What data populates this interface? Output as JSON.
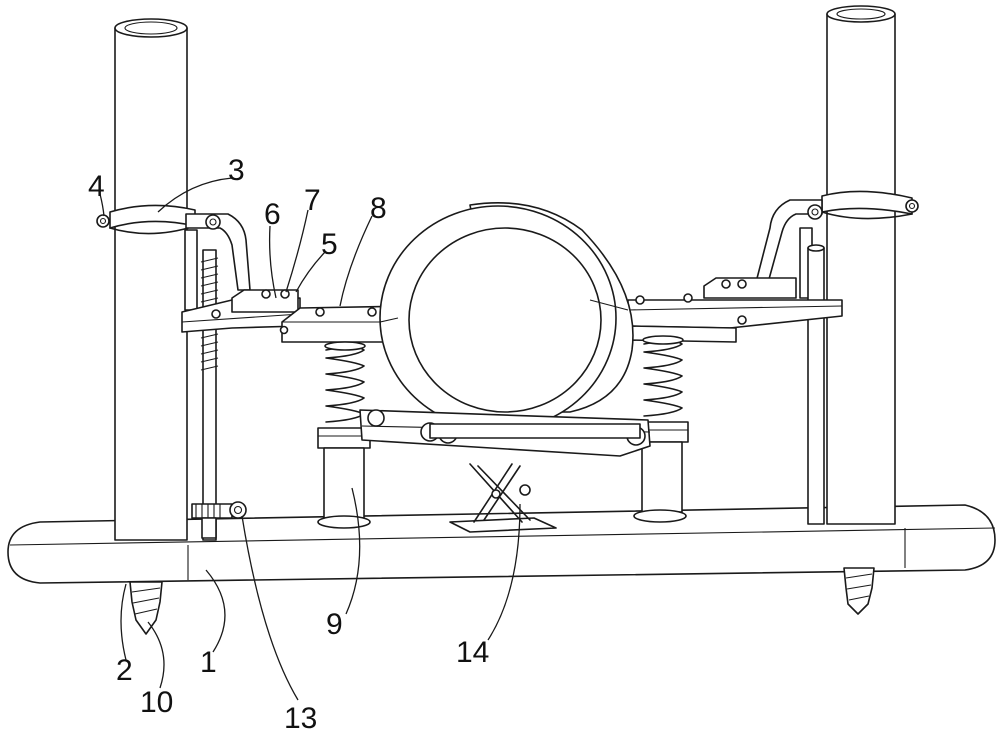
{
  "figure": {
    "labels": [
      {
        "id": "1",
        "text": "1"
      },
      {
        "id": "2",
        "text": "2"
      },
      {
        "id": "3",
        "text": "3"
      },
      {
        "id": "4",
        "text": "4"
      },
      {
        "id": "5",
        "text": "5"
      },
      {
        "id": "6",
        "text": "6"
      },
      {
        "id": "7",
        "text": "7"
      },
      {
        "id": "8",
        "text": "8"
      },
      {
        "id": "9",
        "text": "9"
      },
      {
        "id": "10",
        "text": "10"
      },
      {
        "id": "13",
        "text": "13"
      },
      {
        "id": "14",
        "text": "14"
      }
    ]
  }
}
